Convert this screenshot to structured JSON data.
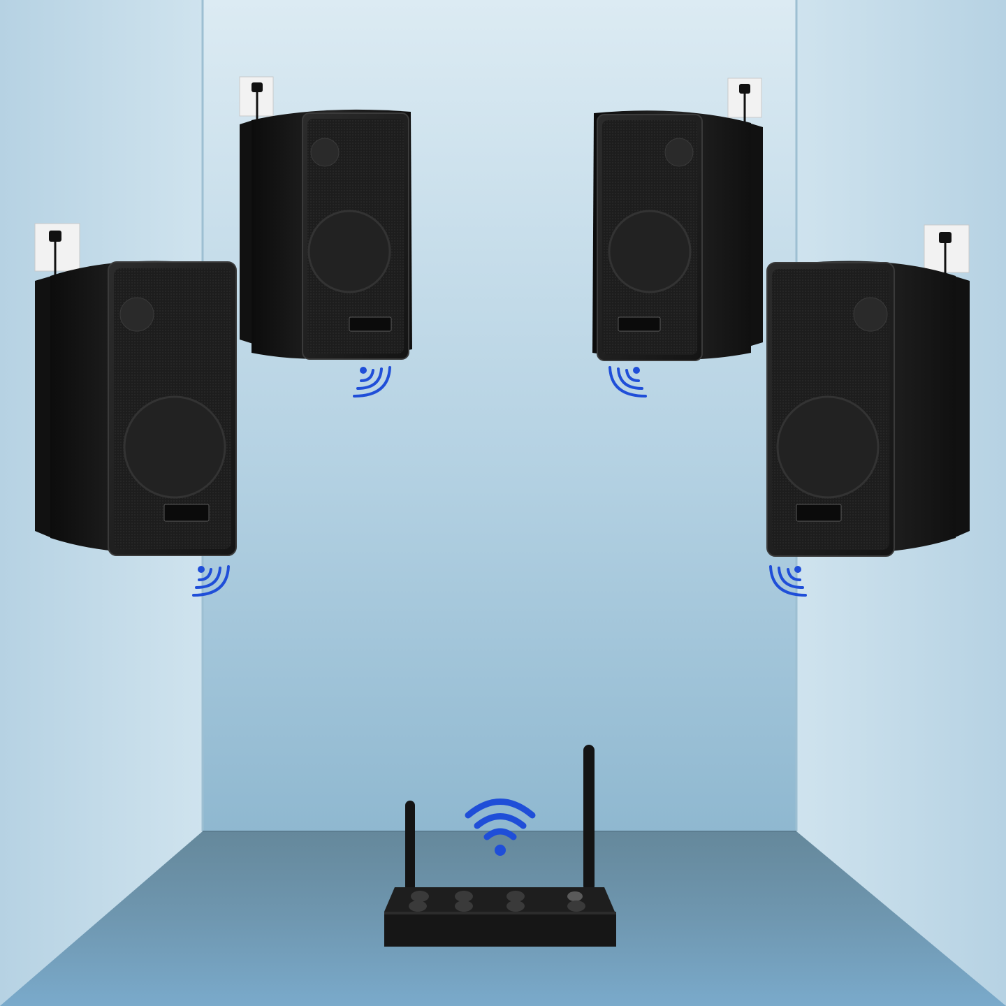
{
  "scene": {
    "speakers": [
      {
        "name": "front-left-speaker"
      },
      {
        "name": "front-right-speaker"
      },
      {
        "name": "rear-left-speaker"
      },
      {
        "name": "rear-right-speaker"
      }
    ],
    "transmitter": {
      "name": "wireless-audio-transmitter"
    },
    "colors": {
      "wall_top": "#dcebf3",
      "wall_bottom": "#8fb8d0",
      "floor_top": "#7598ab",
      "floor_bottom": "#6a9bbd",
      "signal": "#1f4ed8",
      "speaker_body": "#1a1a1a",
      "speaker_grille": "#232323"
    },
    "icons": [
      "wall-socket-icon",
      "sound-wave-icon",
      "wifi-icon"
    ]
  }
}
